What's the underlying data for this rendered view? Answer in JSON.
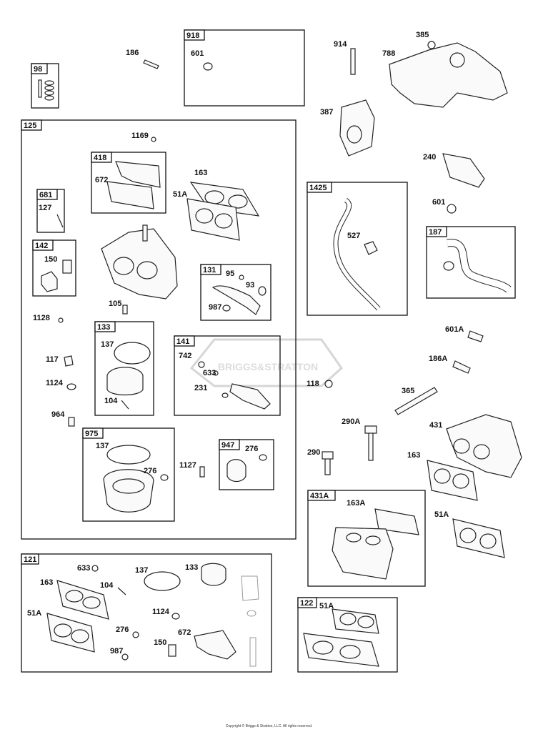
{
  "watermark": "BRIGGS&STRATTON",
  "copyright": "Copyright © Briggs & Stratton, LLC. All rights reserved.",
  "boxes": [
    {
      "id": "98"
    },
    {
      "id": "918"
    },
    {
      "id": "125"
    },
    {
      "id": "418"
    },
    {
      "id": "681"
    },
    {
      "id": "142"
    },
    {
      "id": "131"
    },
    {
      "id": "133"
    },
    {
      "id": "141"
    },
    {
      "id": "975"
    },
    {
      "id": "947"
    },
    {
      "id": "1425"
    },
    {
      "id": "187"
    },
    {
      "id": "431A"
    },
    {
      "id": "121"
    },
    {
      "id": "122"
    }
  ],
  "labels": {
    "l186": "186",
    "l601a": "601",
    "l914": "914",
    "l385": "385",
    "l788": "788",
    "l387": "387",
    "l240": "240",
    "l601b": "601",
    "l1169": "1169",
    "l672a": "672",
    "l163a": "163",
    "l51Aa": "51A",
    "l127": "127",
    "l150a": "150",
    "l95": "95",
    "l93": "93",
    "l987a": "987",
    "l105": "105",
    "l1128": "1128",
    "l137a": "137",
    "l742": "742",
    "l633a": "633",
    "l231": "231",
    "l117": "117",
    "l1124a": "1124",
    "l104a": "104",
    "l964": "964",
    "l137b": "137",
    "l276a": "276",
    "l1127": "1127",
    "l276b": "276",
    "l527": "527",
    "l601A": "601A",
    "l186A": "186A",
    "l118": "118",
    "l365": "365",
    "l290A": "290A",
    "l431": "431",
    "l290": "290",
    "l163b": "163",
    "l51Ab": "51A",
    "l163A": "163A",
    "l633b": "633",
    "l163c": "163",
    "l137c": "137",
    "l133b": "133",
    "l104b": "104",
    "l51Ac": "51A",
    "l1124b": "1124",
    "l276c": "276",
    "l672b": "672",
    "l987b": "987",
    "l150b": "150",
    "l51Ad": "51A"
  }
}
